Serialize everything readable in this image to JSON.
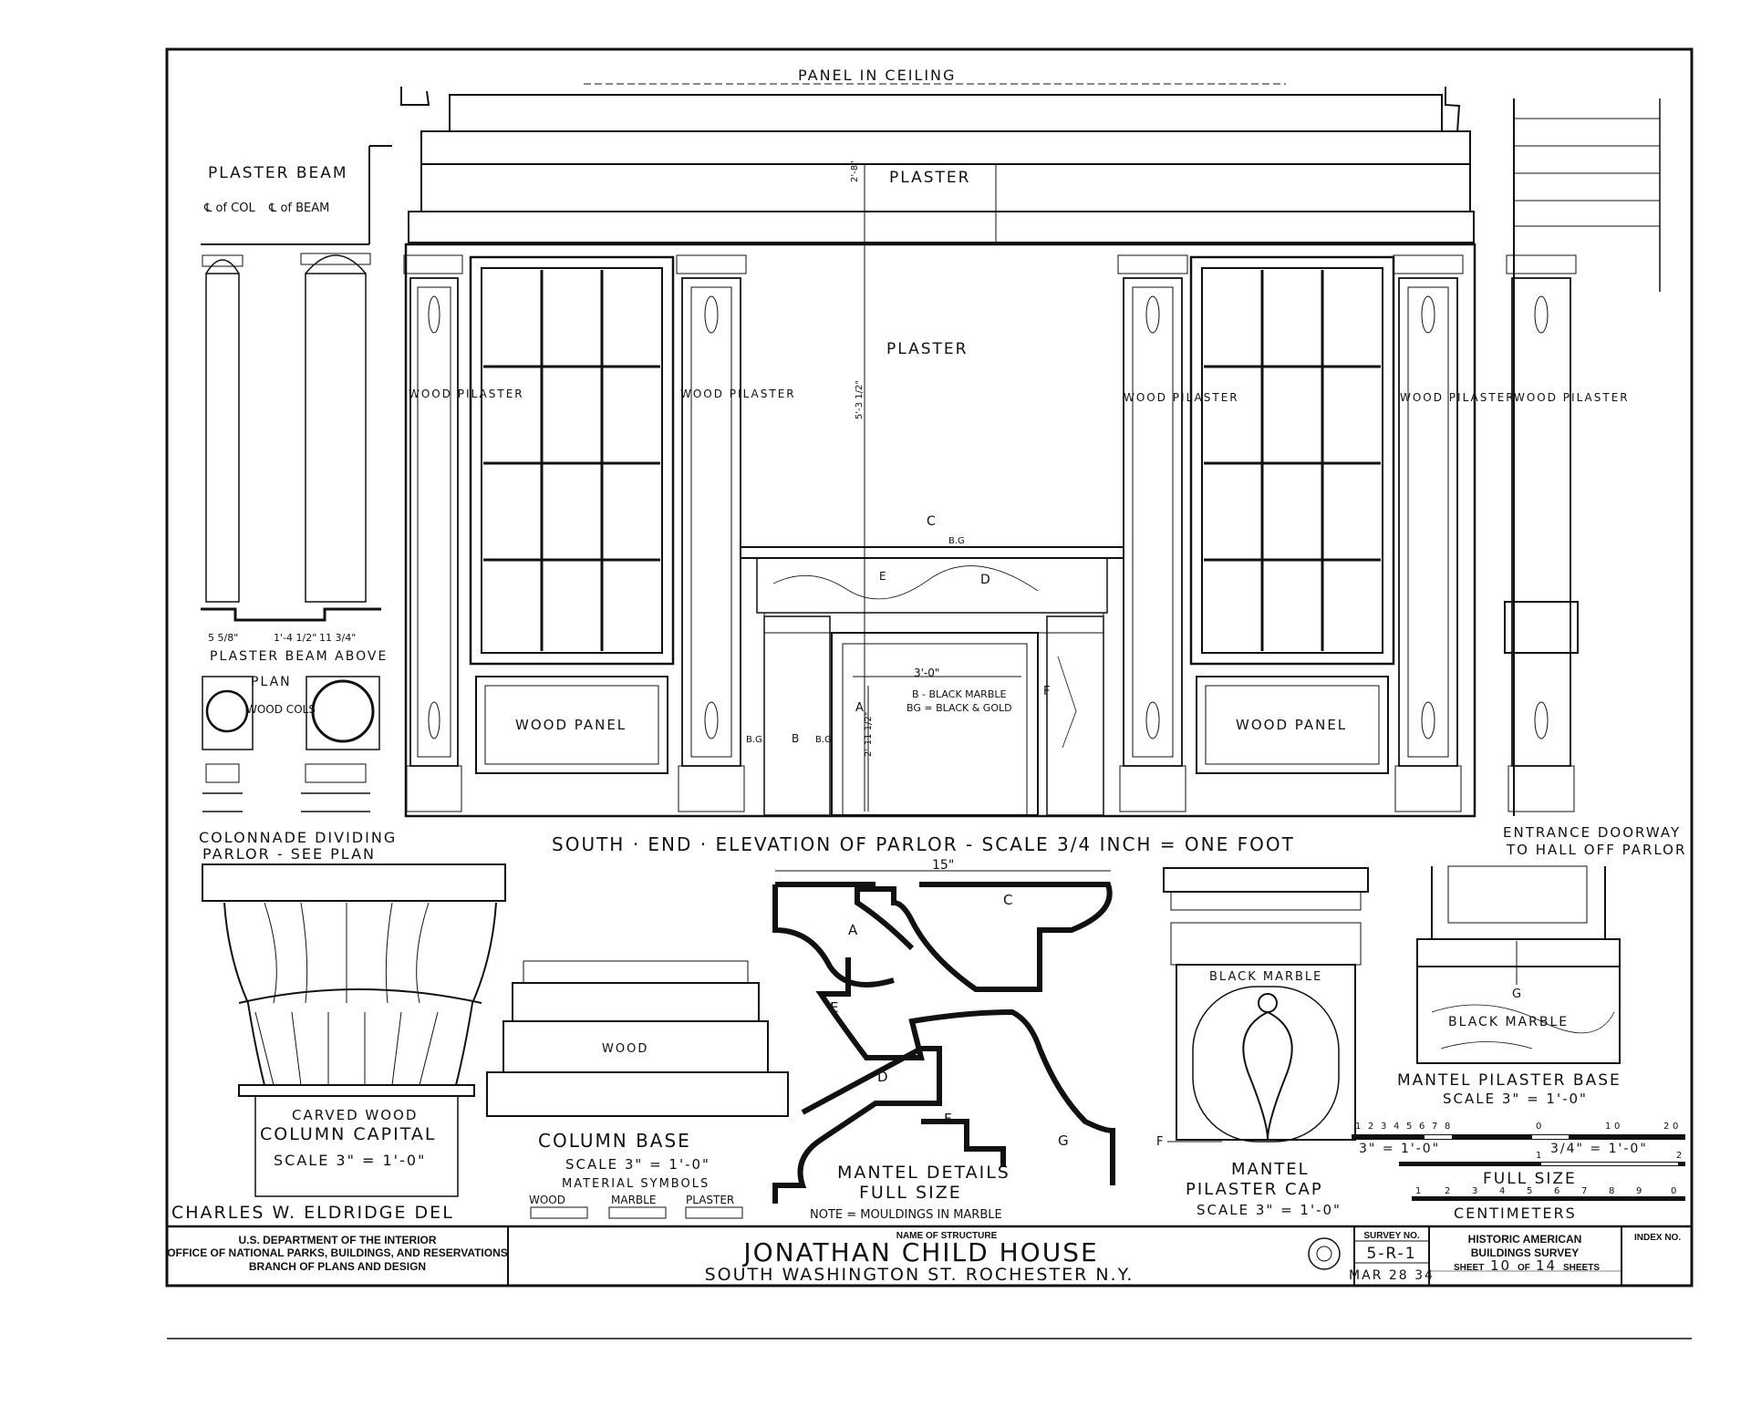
{
  "elevation": {
    "title": "SOUTH · END · ELEVATION OF PARLOR - SCALE 3/4 INCH = ONE FOOT",
    "panel_in_ceiling": "PANEL IN CEILING",
    "plaster_upper": "PLASTER",
    "plaster_middle": "PLASTER",
    "dim_upper": "2'-8\"",
    "dim_middle": "5'-3 1/2\"",
    "dim_fireplace_width": "3'-0\"",
    "dim_fireplace_height": "2'-11 1/2\"",
    "wood_pilaster": "WOOD PILASTER",
    "wood_panel": "WOOD PANEL",
    "legend_b": "B - BLACK MARBLE",
    "legend_bg": "BG = BLACK & GOLD",
    "mantel_marks": {
      "c": "C",
      "d": "D",
      "e": "E",
      "a": "A",
      "f": "F",
      "b": "B",
      "bg": "B.G"
    }
  },
  "left_section": {
    "plaster_beam": "PLASTER BEAM",
    "cl_col": "℄ of COL",
    "cl_beam": "℄ of BEAM",
    "dim_a": "5 5/8\"",
    "dim_b": "1'-4 1/2\"",
    "dim_c": "11 3/4\"",
    "plaster_beam_above": "PLASTER BEAM ABOVE",
    "plan": "PLAN",
    "wood_cols": "WOOD COLS",
    "colonnade_1": "COLONNADE DIVIDING",
    "colonnade_2": "PARLOR - SEE PLAN"
  },
  "right_section": {
    "wood_pilaster": "WOOD PILASTER",
    "entrance_1": "ENTRANCE DOORWAY",
    "entrance_2": "TO HALL OFF PARLOR"
  },
  "details": {
    "capital_1": "CARVED WOOD",
    "capital_2": "COLUMN CAPITAL",
    "capital_scale": "SCALE 3\" = 1'-0\"",
    "base_wood": "WOOD",
    "base_title": "COLUMN BASE",
    "base_scale": "SCALE 3\" = 1'-0\"",
    "material_title": "MATERIAL SYMBOLS",
    "materials": [
      "WOOD",
      "MARBLE",
      "PLASTER"
    ],
    "mantel_dim": "15\"",
    "mantel_title_1": "MANTEL DETAILS",
    "mantel_title_2": "FULL SIZE",
    "mantel_note": "NOTE = MOULDINGS IN MARBLE",
    "mantel_marks": {
      "a": "A",
      "c": "C",
      "d": "D",
      "e": "E",
      "f": "F",
      "g": "G"
    },
    "pilaster_cap_black_marble": "BLACK MARBLE",
    "pilaster_cap_f": "F",
    "pilaster_cap_1": "MANTEL",
    "pilaster_cap_2": "PILASTER CAP",
    "pilaster_cap_scale": "SCALE 3\" = 1'-0\"",
    "base_g": "G",
    "base_black_marble": "BLACK MARBLE",
    "pilaster_base_title": "MANTEL PILASTER BASE",
    "pilaster_base_scale": "SCALE 3\" = 1'-0\""
  },
  "scales": {
    "scale1_ticks": [
      "1",
      "2",
      "3",
      "4",
      "5",
      "6",
      "7",
      "8",
      "0",
      "1",
      "0",
      "2",
      "0"
    ],
    "scale1_label_a": "3\" = 1'-0\"",
    "scale1_label_b": "3/4\" = 1'-0\"",
    "scale2_ticks": [
      "1",
      "2"
    ],
    "scale2_label": "FULL SIZE",
    "scale3_ticks": [
      "1",
      "2",
      "3",
      "4",
      "5",
      "6",
      "7",
      "8",
      "9",
      "0"
    ],
    "scale3_label": "CENTIMETERS"
  },
  "signature": "CHARLES W. ELDRIDGE DEL",
  "title_block": {
    "agency_1": "U.S. DEPARTMENT OF THE INTERIOR",
    "agency_2": "OFFICE OF NATIONAL PARKS, BUILDINGS, AND RESERVATIONS",
    "agency_3": "BRANCH OF PLANS AND DESIGN",
    "name_label": "NAME OF STRUCTURE",
    "structure_name": "JONATHAN CHILD HOUSE",
    "structure_address": "SOUTH WASHINGTON ST. ROCHESTER N.Y.",
    "survey_label": "SURVEY NO.",
    "survey_no": "5-R-1",
    "survey_date": "MAR 28 34",
    "habs_1": "HISTORIC AMERICAN",
    "habs_2": "BUILDINGS SURVEY",
    "sheet_prefix": "SHEET",
    "sheet_no": "10",
    "sheet_of": "OF",
    "sheet_total": "14",
    "sheet_suffix": "SHEETS",
    "index_label": "INDEX NO."
  }
}
